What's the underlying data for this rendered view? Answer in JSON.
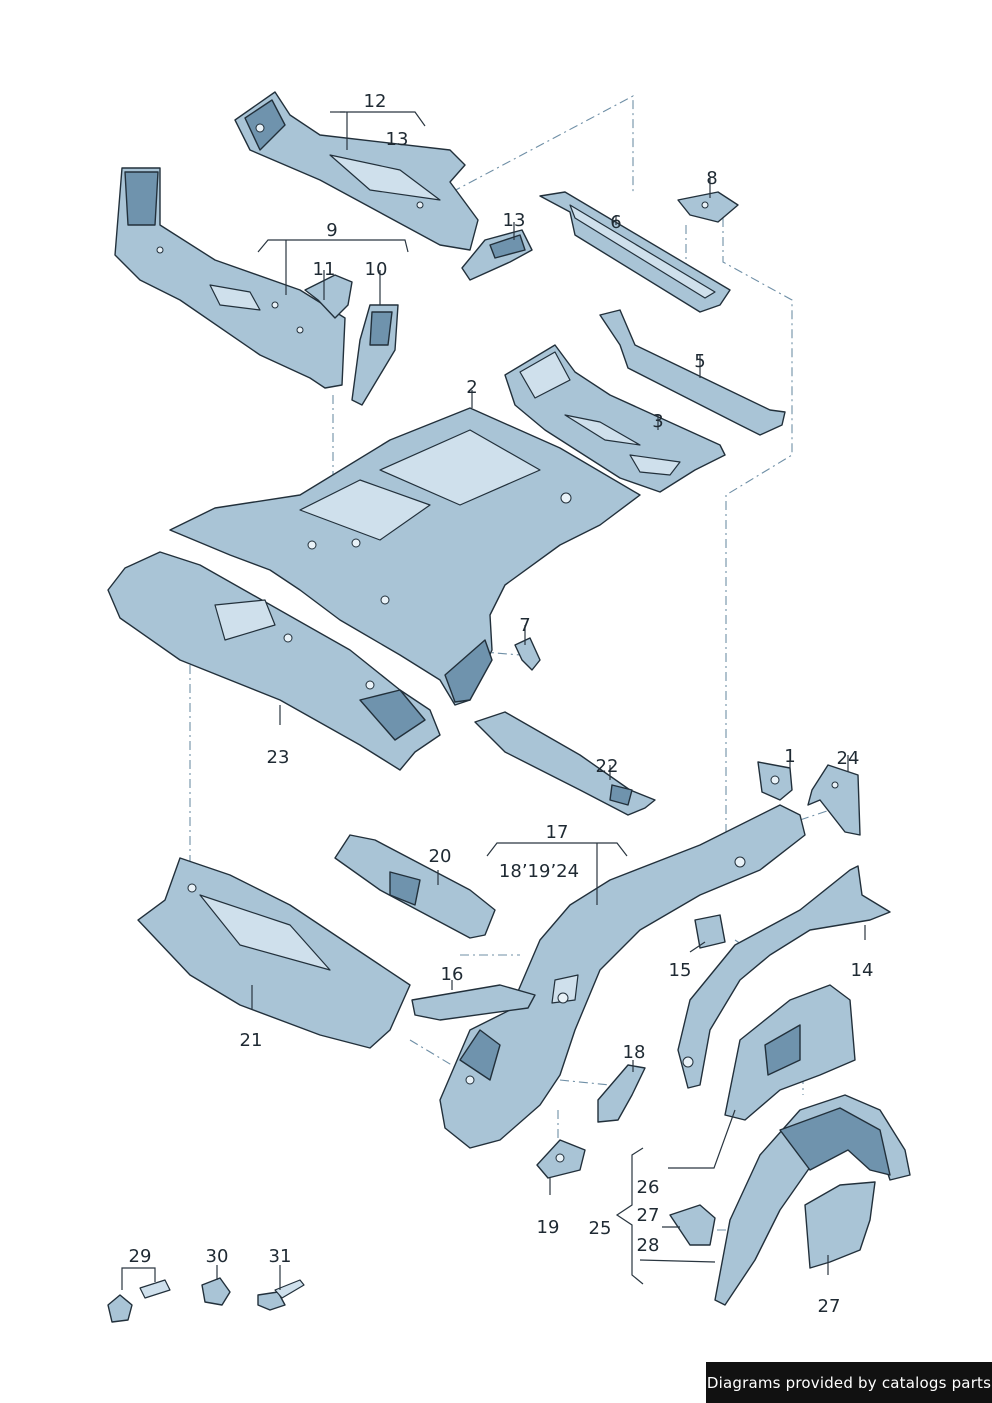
{
  "callouts": {
    "c1": "1",
    "c2": "2",
    "c3": "3",
    "c5": "5",
    "c6": "6",
    "c7": "7",
    "c8": "8",
    "c9": "9",
    "c10": "10",
    "c11": "11",
    "c12": "12",
    "c13a": "13",
    "c13b": "13",
    "c14": "14",
    "c15": "15",
    "c16": "16",
    "c17": "17",
    "c17sub": "18’19’24",
    "c18": "18",
    "c19": "19",
    "c20": "20",
    "c21": "21",
    "c22": "22",
    "c23": "23",
    "c24": "24",
    "c25": "25",
    "c26": "26",
    "c27a": "27",
    "c27b": "27",
    "c28": "28",
    "c29": "29",
    "c30": "30",
    "c31": "31"
  },
  "credit": "Diagrams provided by catalogs parts"
}
